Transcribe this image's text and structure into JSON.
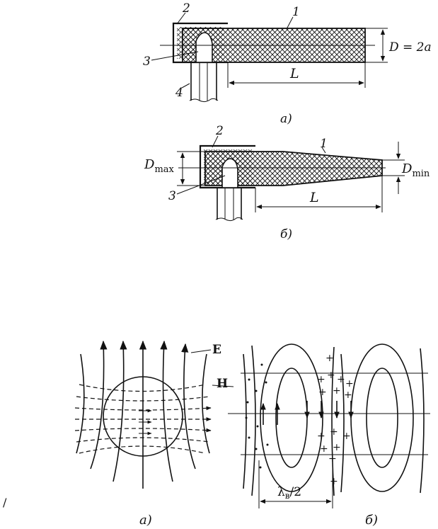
{
  "figure_top": {
    "variant_a": {
      "part_labels": [
        "1",
        "2",
        "3",
        "4"
      ],
      "dimension_length": "L",
      "dimension_diameter": "D = 2a",
      "caption": "а)"
    },
    "variant_b": {
      "part_labels": [
        "1",
        "2",
        "3"
      ],
      "dimension_length": "L",
      "dimension_max": "D",
      "dimension_max_sub": "max",
      "dimension_min": "D",
      "dimension_min_sub": "min",
      "caption": "б)"
    }
  },
  "figure_bottom": {
    "field_e_label": "E",
    "field_h_label": "H",
    "wavelength_label": "λ",
    "wavelength_sub": "в",
    "wavelength_suffix": "/2",
    "caption_a": "а)",
    "caption_b": "б)",
    "margin_mark": "/"
  },
  "colors": {
    "ink": "#111111",
    "paper": "#ffffff"
  }
}
